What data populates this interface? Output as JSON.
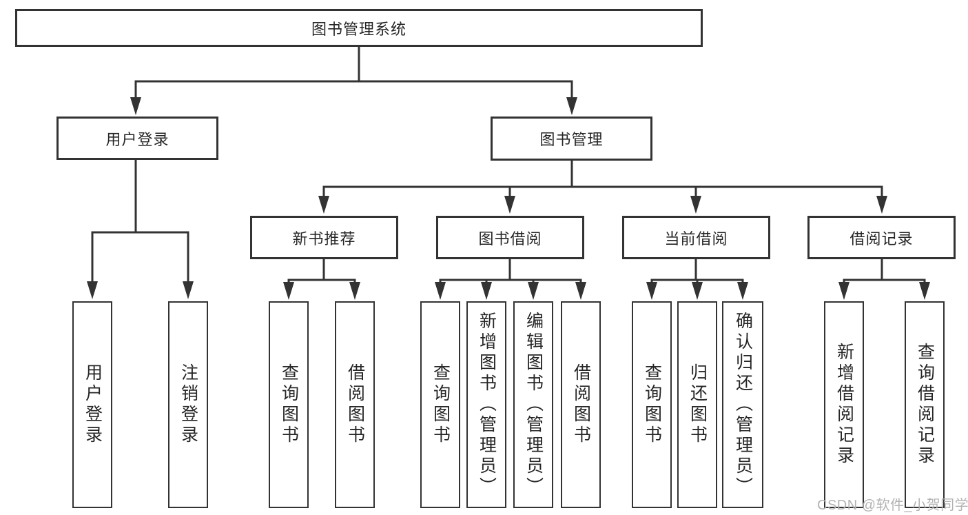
{
  "tree": {
    "root": "图书管理系统",
    "user": {
      "label": "用户登录",
      "leaves": [
        "用户登录",
        "注销登录"
      ]
    },
    "book": {
      "label": "图书管理",
      "groups": [
        {
          "label": "新书推荐",
          "leaves": [
            "查询图书",
            "借阅图书"
          ]
        },
        {
          "label": "图书借阅",
          "leaves": [
            "查询图书",
            "新增图书（管理员）",
            "编辑图书（管理员）",
            "借阅图书"
          ]
        },
        {
          "label": "当前借阅",
          "leaves": [
            "查询图书",
            "归还图书",
            "确认归还（管理员）"
          ]
        },
        {
          "label": "借阅记录",
          "leaves": [
            "新增借阅记录",
            "查询借阅记录"
          ]
        }
      ]
    }
  },
  "watermark": "CSDN @软件_小贺同学",
  "colors": {
    "line": "#333333",
    "text": "#262626",
    "watermark": "#b3b3b3",
    "background": "#ffffff"
  }
}
